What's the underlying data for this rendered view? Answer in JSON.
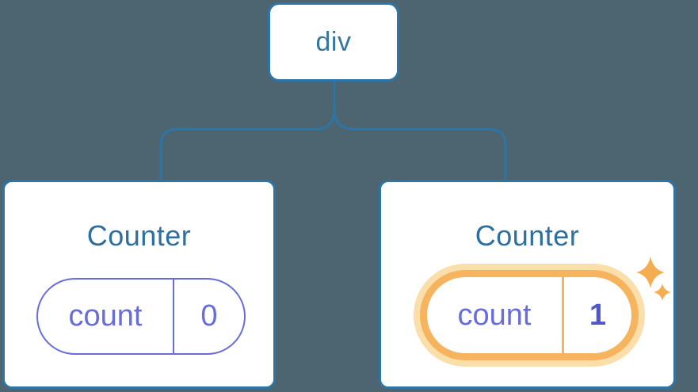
{
  "diagram": {
    "description": "React component tree showing state preserved per position",
    "root": {
      "label": "div"
    },
    "children": [
      {
        "title": "Counter",
        "state": {
          "key": "count",
          "value": "0"
        },
        "highlighted": false
      },
      {
        "title": "Counter",
        "state": {
          "key": "count",
          "value": "1"
        },
        "highlighted": true
      }
    ]
  },
  "icons": {
    "sparkles": "sparkles-icon"
  },
  "colors": {
    "background": "#4d6570",
    "node_border_blue": "#2e75a4",
    "node_fill": "#ffffff",
    "root_label_blue": "#35779f",
    "title_blue": "#2d6f9e",
    "state_purple": "#686dd9",
    "state_value_bold_purple": "#5157c9",
    "highlight_orange": "#f6b45f",
    "highlight_halo": "#fbdfab",
    "sparkle_orange": "#f5ad52"
  }
}
